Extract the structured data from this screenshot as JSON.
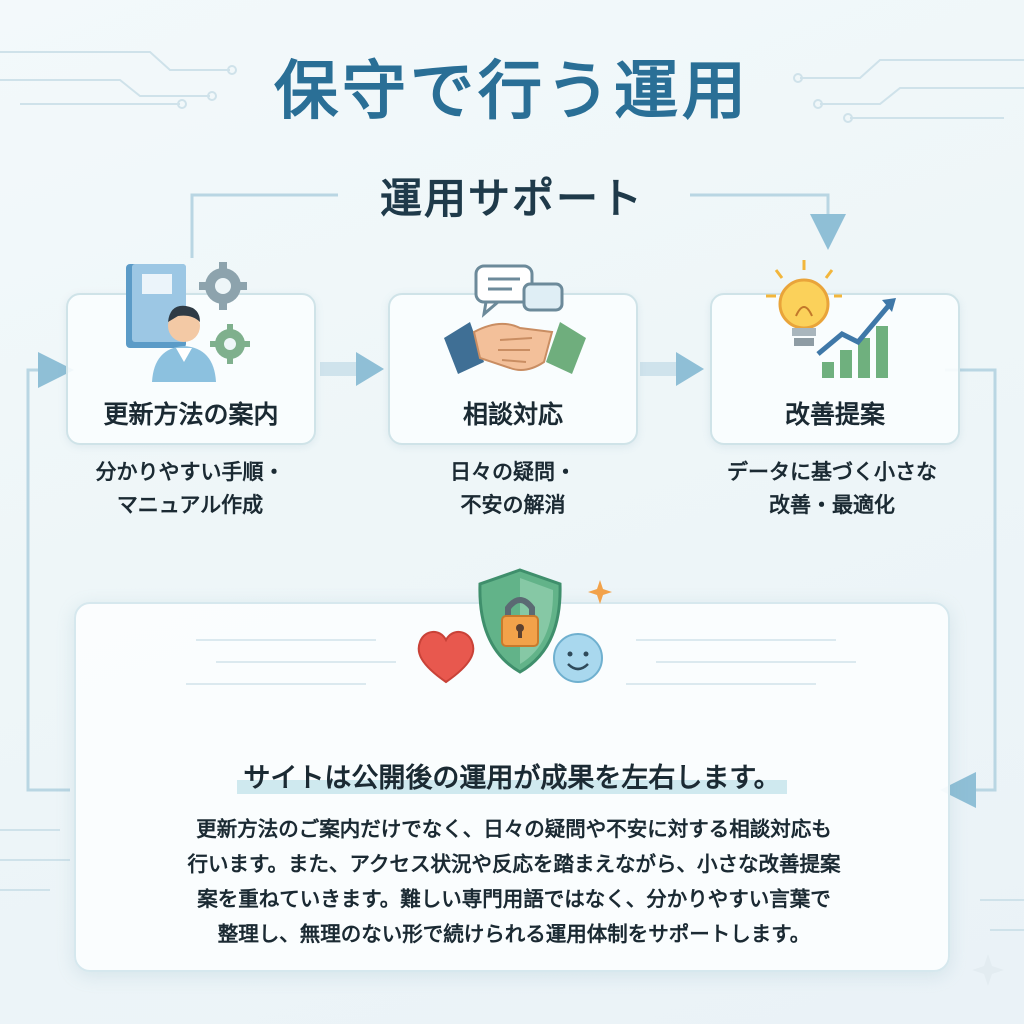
{
  "title": "保守で行う運用",
  "subtitle": "運用サポート",
  "steps": [
    {
      "label": "更新方法の案内",
      "icon": "manual-person-gear-icon",
      "desc_line1": "分かりやすい手順・",
      "desc_line2": "マニュアル作成"
    },
    {
      "label": "相談対応",
      "icon": "handshake-chat-icon",
      "desc_line1": "日々の疑問・",
      "desc_line2": "不安の解消"
    },
    {
      "label": "改善提案",
      "icon": "lightbulb-growth-chart-icon",
      "desc_line1": "データに基づく小さな",
      "desc_line2": "改善・最適化"
    }
  ],
  "summary": {
    "headline": "サイトは公開後の運用が成果を左右します。",
    "body_line1": "更新方法のご案内だけでなく、日々の疑問や不安に対する相談対応も",
    "body_line2": "行います。また、アクセス状況や反応を踏まえながら、小さな改善提案",
    "body_line3": "案を重ねていきます。難しい専門用語ではなく、分かりやすい言葉で",
    "body_line4": "整理し、無理のない形で続けられる運用体制をサポートします。",
    "icons": [
      "heart-icon",
      "shield-lock-icon",
      "smiley-icon",
      "sparkle-icon"
    ]
  },
  "colors": {
    "title": "#2a6f96",
    "flow_line": "#8fbfd6",
    "shield_green": "#5fb08a",
    "lock_orange": "#f2a24a",
    "heart_red": "#e8584e",
    "smiley_blue": "#9fd2ea"
  }
}
